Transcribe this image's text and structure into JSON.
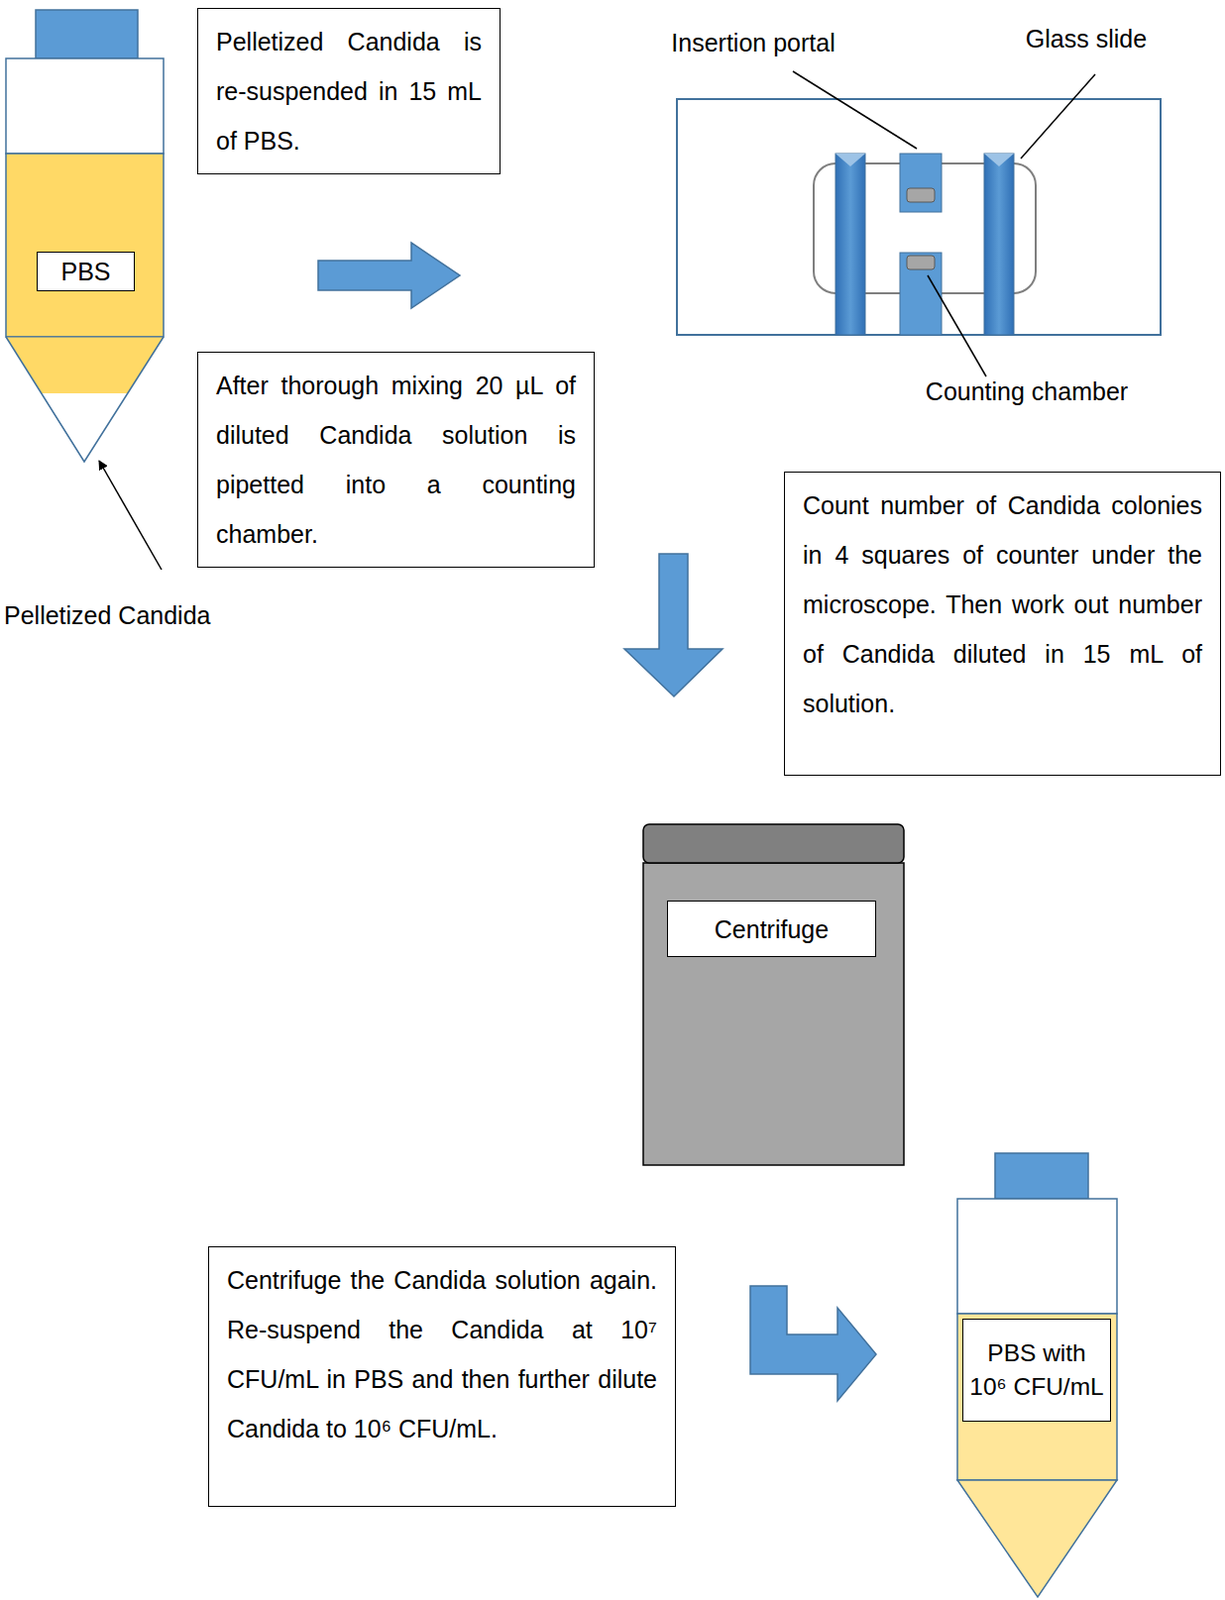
{
  "diagram": {
    "nodes": [
      {
        "text": [
          "Pelletized Candida is re-suspended in 15 mL of PBS."
        ]
      },
      {
        "text": [
          "PBS"
        ]
      },
      {
        "text": [
          "After thorough mixing 20 µL of diluted Candida solution is pipetted into a counting chamber."
        ]
      },
      {
        "text": [
          "Count number of Candida colonies in 4 squares of counter under the microscope. Then work out number of Candida diluted in 15 mL of solution."
        ]
      },
      {
        "text": [
          "Centrifuge"
        ]
      },
      {
        "text": [
          "Centrifuge the Candida solution again. Re-suspend the Candida at 10⁷ CFU/mL in PBS and then further dilute Candida to 10⁶ CFU/mL."
        ]
      },
      {
        "text": [
          "PBS with 10⁶ CFU/mL"
        ]
      }
    ],
    "labels": [
      "Pelletized Candida",
      "Insertion portal",
      "Glass slide",
      "Counting chamber"
    ]
  }
}
